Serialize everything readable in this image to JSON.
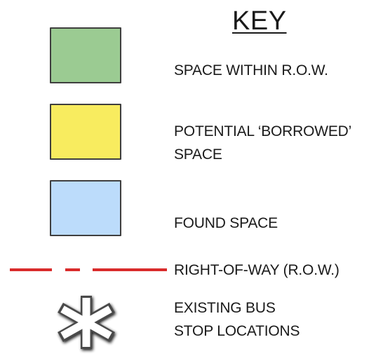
{
  "key": {
    "title": "KEY",
    "items": [
      {
        "label": "SPACE WITHIN R.O.W.",
        "swatch": "green-rectangle",
        "color": "#9bcb92"
      },
      {
        "label_lines": [
          "POTENTIAL ‘BORROWED’",
          "SPACE"
        ],
        "swatch": "yellow-rectangle",
        "color": "#f8ec5f"
      },
      {
        "label": "FOUND SPACE",
        "swatch": "blue-rectangle",
        "color": "#bcdcfb"
      },
      {
        "label": "RIGHT-OF-WAY (R.O.W.)",
        "symbol": "red-dashed-line",
        "color": "#d92b2b"
      },
      {
        "label_lines": [
          "EXISTING BUS",
          "STOP LOCATIONS"
        ],
        "symbol": "bus-stop-asterisk-icon",
        "color": "#ffffff"
      }
    ]
  },
  "colors": {
    "swatch_border": "#3f3f3f",
    "text": "#1a1a1a",
    "row_line": "#d92b2b"
  }
}
